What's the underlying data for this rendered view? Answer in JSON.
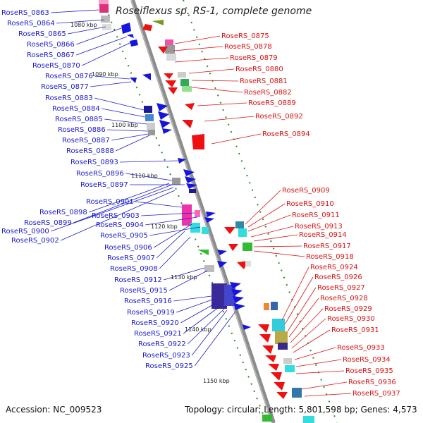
{
  "title": "Roseiflexus sp. RS-1, complete genome",
  "footer": {
    "accession": "Accession: NC_009523",
    "summary": "Topology: circular; Length: 5,801,598 bp; Genes: 4,573"
  },
  "colors": {
    "backbone": "#8c8c8c",
    "left_label": "#1a1acc",
    "right_label": "#dd1111",
    "tick": "#2a8a2a"
  },
  "kbp_ticks": [
    "1080 kbp",
    "1090 kbp",
    "1100 kbp",
    "1110 kbp",
    "1120 kbp",
    "1130 kbp",
    "1140 kbp",
    "1150 kbp"
  ],
  "left_labels": [
    "RoseRS_0863",
    "RoseRS_0864",
    "RoseRS_0865",
    "RoseRS_0866",
    "RoseRS_0867",
    "RoseRS_0870",
    "RoseRS_0876",
    "RoseRS_0877",
    "RoseRS_0883",
    "RoseRS_0884",
    "RoseRS_0885",
    "RoseRS_0886",
    "RoseRS_0887",
    "RoseRS_0888",
    "RoseRS_0893",
    "RoseRS_0896",
    "RoseRS_0897",
    "RoseRS_0901",
    "RoseRS_0898",
    "RoseRS_0903",
    "RoseRS_0899",
    "RoseRS_0904",
    "RoseRS_0900",
    "RoseRS_0905",
    "RoseRS_0902",
    "RoseRS_0906",
    "RoseRS_0907",
    "RoseRS_0908",
    "RoseRS_0912",
    "RoseRS_0915",
    "RoseRS_0916",
    "RoseRS_0919",
    "RoseRS_0920",
    "RoseRS_0921",
    "RoseRS_0922",
    "RoseRS_0923",
    "RoseRS_0925"
  ],
  "right_labels": [
    "RoseRS_0875",
    "RoseRS_0878",
    "RoseRS_0879",
    "RoseRS_0880",
    "RoseRS_0881",
    "RoseRS_0882",
    "RoseRS_0889",
    "RoseRS_0892",
    "RoseRS_0894",
    "RoseRS_0909",
    "RoseRS_0910",
    "RoseRS_0911",
    "RoseRS_0913",
    "RoseRS_0914",
    "RoseRS_0917",
    "RoseRS_0918",
    "RoseRS_0924",
    "RoseRS_0926",
    "RoseRS_0927",
    "RoseRS_0928",
    "RoseRS_0929",
    "RoseRS_0930",
    "RoseRS_0931",
    "RoseRS_0933",
    "RoseRS_0934",
    "RoseRS_0935",
    "RoseRS_0936",
    "RoseRS_0937"
  ]
}
